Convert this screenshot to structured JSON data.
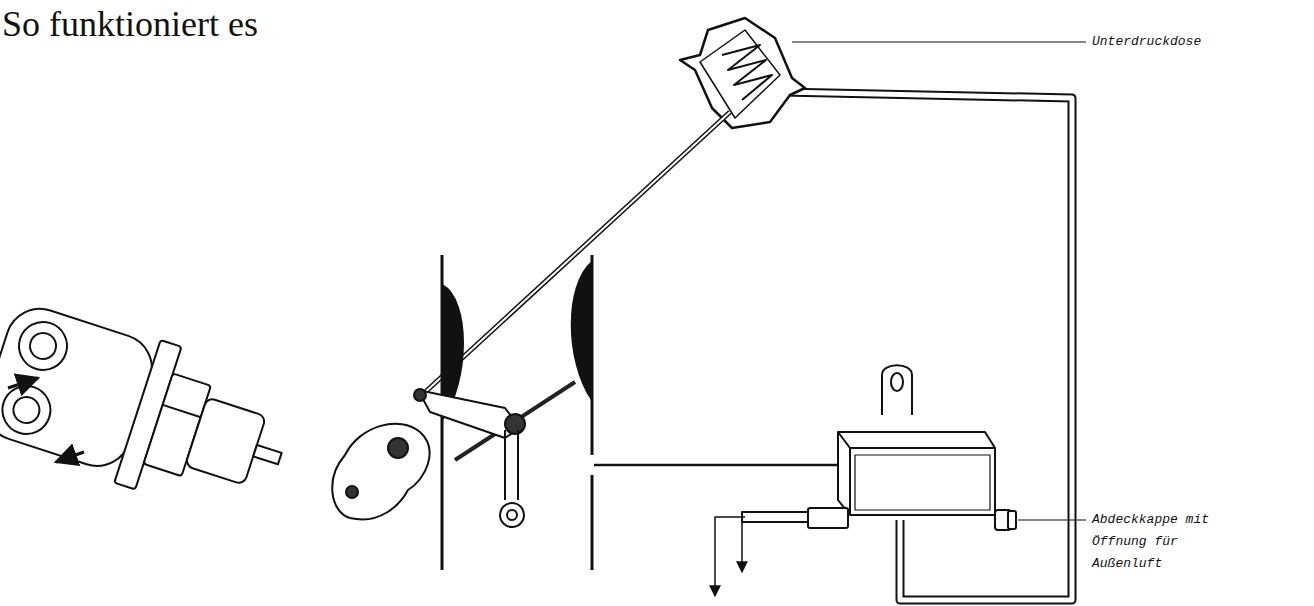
{
  "diagram": {
    "title": "So funktioniert es",
    "labels": [
      "Unterdruckdose",
      "Abdeckkappe mit Öffnung für Außenluft"
    ]
  }
}
